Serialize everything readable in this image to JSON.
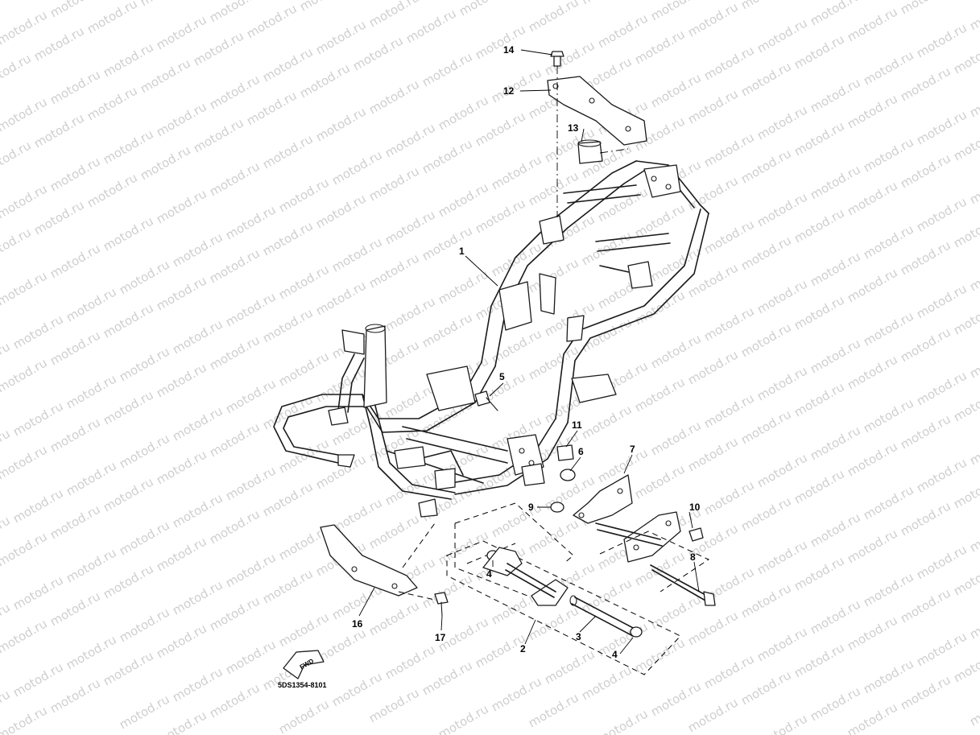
{
  "watermark": {
    "text": "motod.ru",
    "color": "#cfcfcf"
  },
  "diagram_code": "5DS1354-8101",
  "fwd_label": "FWD",
  "callouts": [
    {
      "id": "c14",
      "label": "14"
    },
    {
      "id": "c12",
      "label": "12"
    },
    {
      "id": "c13",
      "label": "13"
    },
    {
      "id": "c1",
      "label": "1"
    },
    {
      "id": "c5",
      "label": "5"
    },
    {
      "id": "c11",
      "label": "11"
    },
    {
      "id": "c6",
      "label": "6"
    },
    {
      "id": "c7",
      "label": "7"
    },
    {
      "id": "c9",
      "label": "9"
    },
    {
      "id": "c10",
      "label": "10"
    },
    {
      "id": "c4a",
      "label": "4"
    },
    {
      "id": "c8",
      "label": "8"
    },
    {
      "id": "c16",
      "label": "16"
    },
    {
      "id": "c17",
      "label": "17"
    },
    {
      "id": "c3",
      "label": "3"
    },
    {
      "id": "c2",
      "label": "2"
    },
    {
      "id": "c4b",
      "label": "4"
    }
  ]
}
